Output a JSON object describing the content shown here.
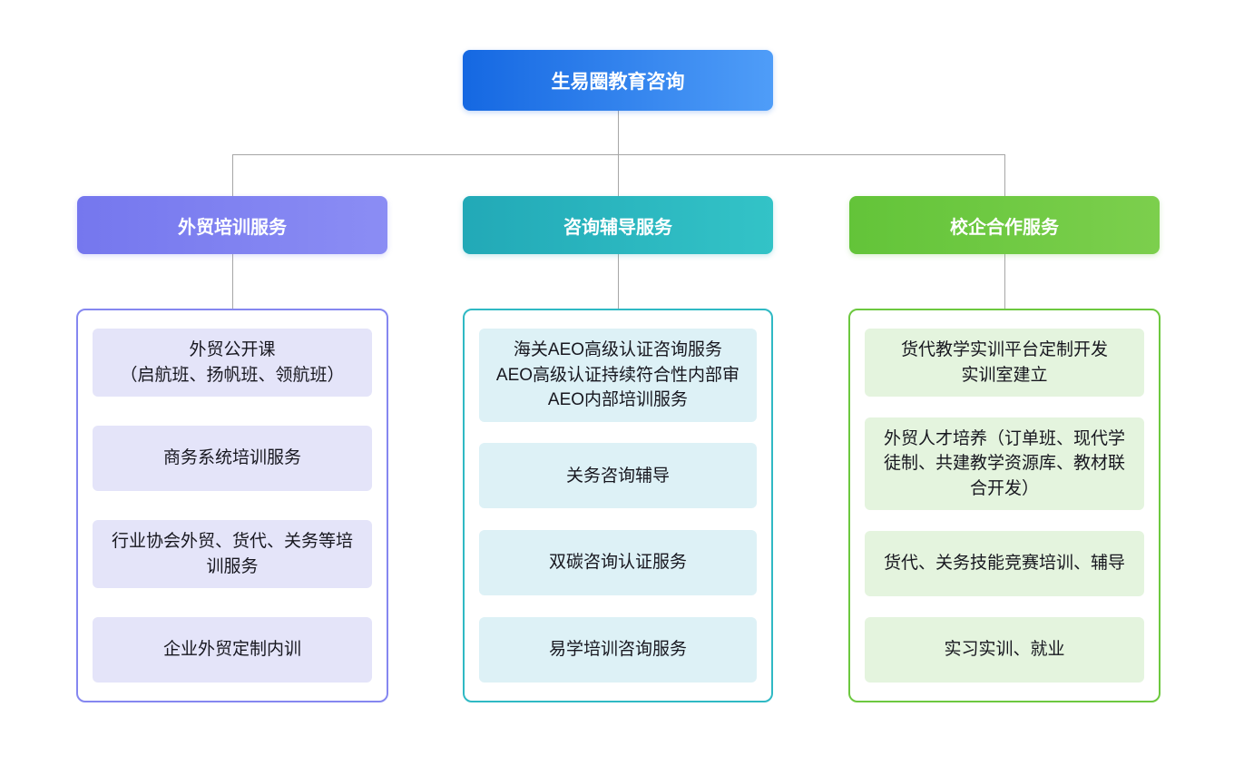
{
  "root": {
    "label": "生易圈教育咨询"
  },
  "columns": [
    {
      "title": "外贸培训服务",
      "items": [
        {
          "text": "外贸公开课\n（启航班、扬帆班、领航班）"
        },
        {
          "text": "商务系统培训服务"
        },
        {
          "text": "行业协会外贸、货代、关务等培训服务"
        },
        {
          "text": "企业外贸定制内训"
        }
      ]
    },
    {
      "title": "咨询辅导服务",
      "items": [
        {
          "text": "海关AEO高级认证咨询服务\nAEO高级认证持续符合性内部审\nAEO内部培训服务"
        },
        {
          "text": "关务咨询辅导"
        },
        {
          "text": "双碳咨询认证服务"
        },
        {
          "text": "易学培训咨询服务"
        }
      ]
    },
    {
      "title": "校企合作服务",
      "items": [
        {
          "text": "货代教学实训平台定制开发\n实训室建立"
        },
        {
          "text": "外贸人才培养（订单班、现代学徒制、共建教学资源库、教材联合开发）"
        },
        {
          "text": "货代、关务技能竞赛培训、辅导"
        },
        {
          "text": "实习实训、就业"
        }
      ]
    }
  ],
  "colors": {
    "root_gradient_start": "#1568e2",
    "root_gradient_end": "#4f9df8",
    "branch1_header": "#7c7ef0",
    "branch1_leaf_bg": "#e4e4f9",
    "branch2_header": "#2ab5c0",
    "branch2_leaf_bg": "#ddf1f6",
    "branch3_header": "#6cc83f",
    "branch3_leaf_bg": "#e4f4de",
    "connector": "#a6a6a6",
    "leaf_text": "#17171f"
  }
}
